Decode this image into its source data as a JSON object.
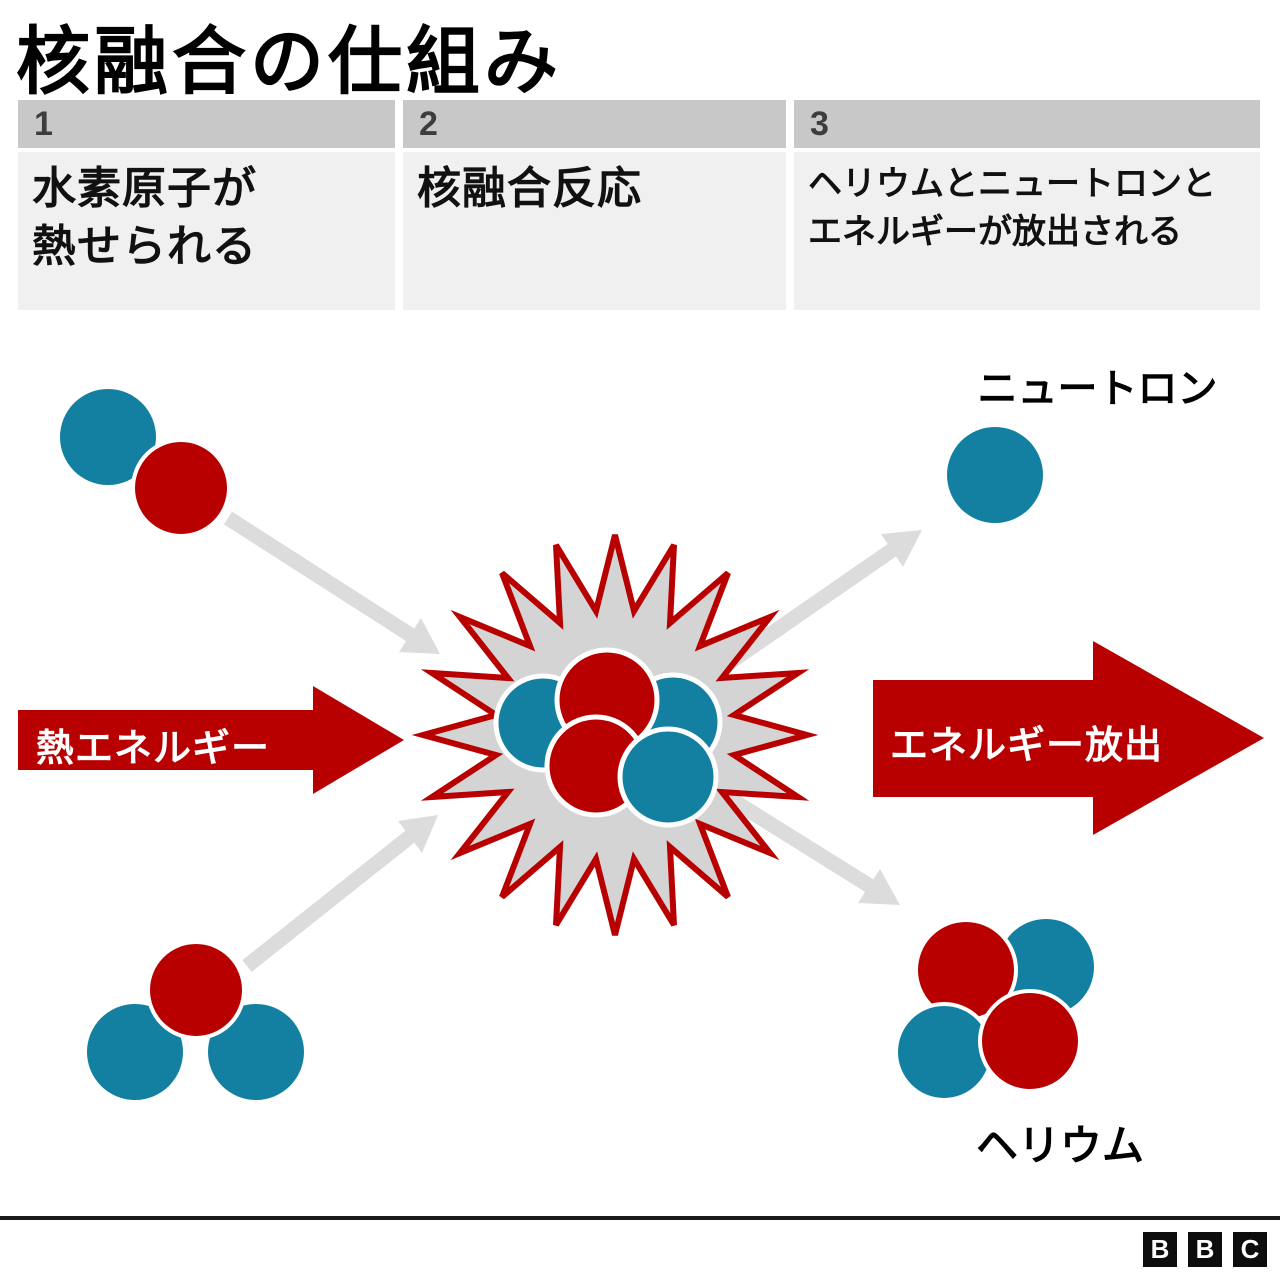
{
  "title": "核融合の仕組み",
  "steps": [
    {
      "number": "1",
      "lines": [
        "水素原子が",
        "熱せられる"
      ]
    },
    {
      "number": "2",
      "lines": [
        "核融合反応",
        ""
      ]
    },
    {
      "number": "3",
      "lines": [
        "ヘリウムとニュートロンと",
        "エネルギーが放出される"
      ]
    }
  ],
  "diagram": {
    "input_arrow_label": "熱エネルギー",
    "output_arrow_label": "エネルギー放出",
    "neutron_label": "ニュートロン",
    "helium_label": "ヘリウム",
    "particles": {
      "deuterium": {
        "protons": 1,
        "neutrons": 1
      },
      "tritium": {
        "protons": 1,
        "neutrons": 2
      },
      "fusion_nucleus": {
        "protons": 2,
        "neutrons": 3
      },
      "neutron": {
        "protons": 0,
        "neutrons": 1
      },
      "helium": {
        "protons": 2,
        "neutrons": 2
      }
    }
  },
  "colors": {
    "proton_red": "#b80000",
    "neutron_blue": "#1380a1",
    "burst_fill": "#d4d4d4",
    "burst_outline": "#b80000",
    "connector_gray": "#dcdcdc",
    "header_number_bar": "#c8c8c8",
    "header_body": "#f0f0f0",
    "footer_rule": "#1a1a1a"
  },
  "footer": {
    "logo_letters": [
      "B",
      "B",
      "C"
    ]
  }
}
